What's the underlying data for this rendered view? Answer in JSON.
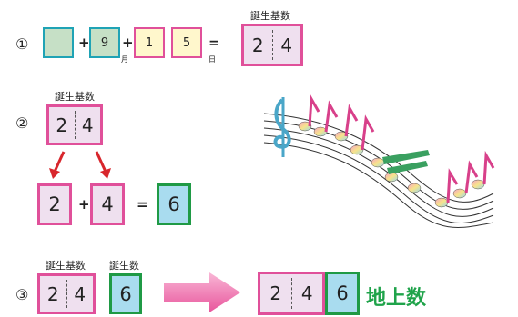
{
  "row1": {
    "step": "①",
    "plus1": "+",
    "box2_value": "9",
    "plus2": "+",
    "month_sub": "月",
    "box3_value": "1",
    "box4_value": "5",
    "equals": "=",
    "day_sub": "日",
    "result_label": "誕生基数",
    "result_digits": [
      "2",
      "4"
    ]
  },
  "row2": {
    "step": "②",
    "label": "誕生基数",
    "digits": [
      "2",
      "4"
    ],
    "sum_left": "2",
    "plus": "+",
    "sum_right": "4",
    "equals": "=",
    "result": "6"
  },
  "row3": {
    "step": "③",
    "label_base": "誕生基数",
    "label_num": "誕生数",
    "digits": [
      "2",
      "4"
    ],
    "num": "6",
    "out_digits": [
      "2",
      "4"
    ],
    "out_num": "6",
    "out_label": "地上数"
  },
  "colors": {
    "teal": "#1fa3b5",
    "pink": "#e0509a",
    "green": "#1f9a45",
    "arrow_red": "#d8262c",
    "arrow_pink": "#ee6fae"
  },
  "icons": [
    "red-down-arrow-icon",
    "pink-right-arrow-icon",
    "music-notes-illustration"
  ]
}
